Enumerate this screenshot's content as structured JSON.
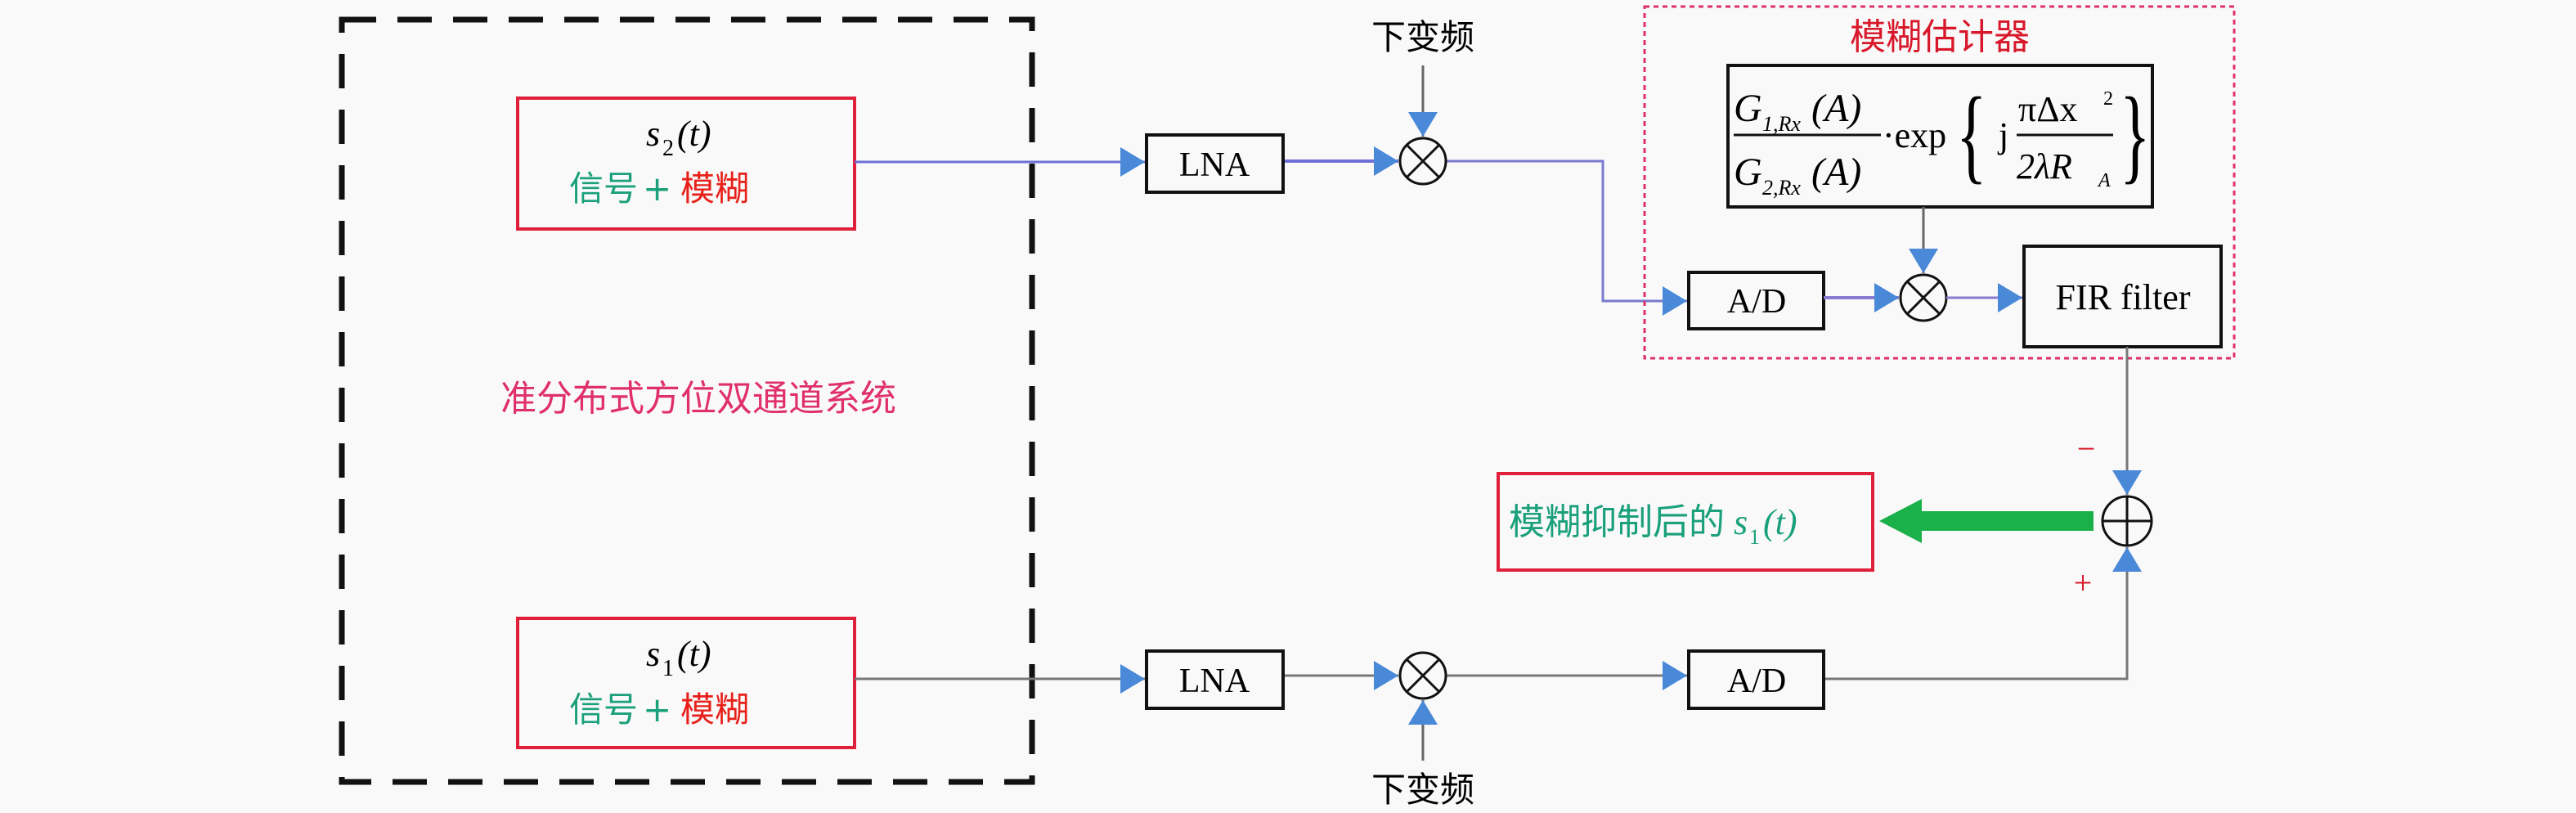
{
  "system_label": "准分布式方位双通道系统",
  "channel2": {
    "signal": "s",
    "subscript": "2",
    "arg": "(t)",
    "part1": "信号",
    "plus": "+",
    "part2": "模糊"
  },
  "channel1": {
    "signal": "s",
    "subscript": "1",
    "arg": "(t)",
    "part1": "信号",
    "plus": "+",
    "part2": "模糊"
  },
  "lna_top": "LNA",
  "lna_bottom": "LNA",
  "downconvert_top": "下变频",
  "downconvert_bottom": "下变频",
  "estimator": {
    "title": "模糊估计器",
    "formula": {
      "num_G": "G",
      "num_sub": "1,Rx",
      "num_arg": "(A)",
      "den_G": "G",
      "den_sub": "2,Rx",
      "den_arg": "(A)",
      "dot_exp": "·exp",
      "brace_open": "{",
      "j": "j",
      "frac2_num": "πΔx",
      "frac2_sup": "2",
      "frac2_den": "2λR",
      "frac2_den_sub": "A",
      "brace_close": "}"
    },
    "ad_label": "A/D",
    "fir_label": "FIR filter"
  },
  "ad_bottom": "A/D",
  "minus_sign": "−",
  "plus_sign": "+",
  "output": {
    "text": "模糊抑制后的",
    "signal": "s",
    "subscript": "1",
    "arg": "(t)"
  },
  "colors": {
    "red_box": "#e0203a",
    "estimator_border": "#e0306a",
    "pink_text": "#e0306a",
    "green_text": "#1aa07a",
    "red_text": "#e8201a",
    "arrow_blue": "#4a88d8",
    "green_arrow": "#1bb04a"
  }
}
